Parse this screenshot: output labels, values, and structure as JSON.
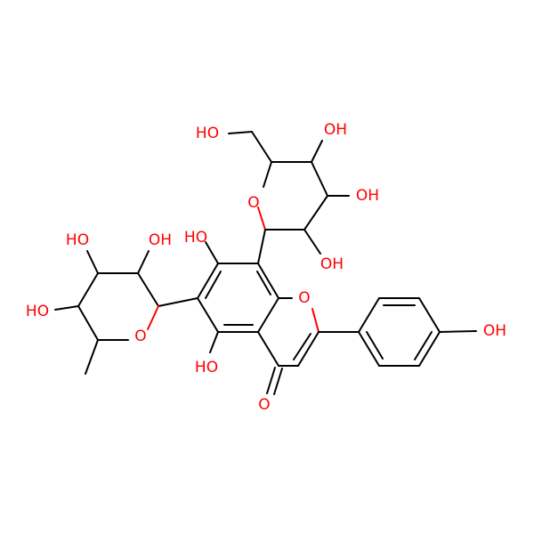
{
  "molecule": {
    "colors": {
      "carbon": "#000000",
      "oxygen": "#ff0000",
      "background": "#ffffff"
    },
    "labels": {
      "o_ring_top": "O",
      "o_ring_left": "O",
      "o_chromone": "O",
      "o_ketone": "O",
      "ho_ch2oh": "HO",
      "oh_top_sugar_1": "OH",
      "oh_top_sugar_2": "OH",
      "oh_top_sugar_3": "OH",
      "ho_c7": "HO",
      "ho_left_sugar_1": "HO",
      "oh_left_sugar_2": "OH",
      "ho_left_sugar_3": "HO",
      "ho_c5": "HO",
      "oh_phenol": "OH"
    }
  }
}
